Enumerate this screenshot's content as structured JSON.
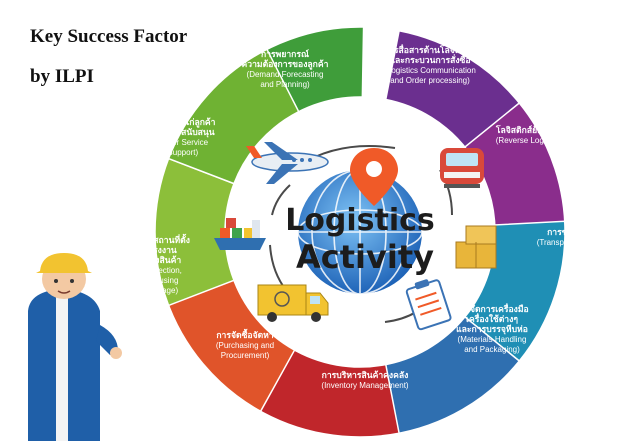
{
  "title": {
    "line1": "Key Success Factor",
    "line2": "by ILPI"
  },
  "hub": {
    "line1": "Logistics",
    "line2": "Activity"
  },
  "colors": {
    "demand": "#3f9d3a",
    "communication": "#6b2f8f",
    "reverse": "#8a2d8c",
    "transportation": "#1f8fb5",
    "materials": "#2f6fb0",
    "inventory": "#c0262b",
    "purchasing": "#e0542a",
    "site": "#8cbf3a",
    "customer": "#6fb233",
    "globe": "#2f7fd1",
    "pin": "#f05a28"
  },
  "segments": [
    {
      "key": "demand",
      "th": [
        "การพยากรณ์",
        "ความต้องการของลูกค้า"
      ],
      "en": [
        "(Demand Forecasting",
        "and Planning)"
      ]
    },
    {
      "key": "communication",
      "th": [
        "การสื่อสารด้านโลจิสติกส์",
        "และกระบวนการสั่งซื้อ"
      ],
      "en": [
        "(Logistics Communication",
        "and Order processing)"
      ]
    },
    {
      "key": "reverse",
      "th": [
        "โลจิสติกส์ย้อนกลับ"
      ],
      "en": [
        "(Reverse Logistics)"
      ]
    },
    {
      "key": "transportation",
      "th": [
        "การขนส่ง"
      ],
      "en": [
        "(Transportation)"
      ]
    },
    {
      "key": "materials",
      "th": [
        "การจัดการเครื่องมือ",
        "เครื่องใช้ต่างๆ",
        "และการบรรจุหีบห่อ"
      ],
      "en": [
        "(Materials Handling",
        "and Packaging)"
      ]
    },
    {
      "key": "inventory",
      "th": [
        "การบริหารสินค้าคงคลัง"
      ],
      "en": [
        "(Inventory Management)"
      ]
    },
    {
      "key": "purchasing",
      "th": [
        "การจัดซื้อจัดหา"
      ],
      "en": [
        "(Purchasing and",
        "Procurement)"
      ]
    },
    {
      "key": "site",
      "th": [
        "การเลือกสถานที่ตั้ง",
        "ของโรงงาน",
        "และคลังสินค้า"
      ],
      "en": [
        "(Site Selection,",
        "Warehousing",
        "and Storage)"
      ]
    },
    {
      "key": "customer",
      "th": [
        "การให้บริการแก่ลูกค้า",
        "และกิจกรรมสนับสนุน"
      ],
      "en": [
        "(Customer Service",
        "and Support)"
      ]
    }
  ],
  "icons": [
    "airplane-icon",
    "train-icon",
    "boxes-icon",
    "clipboard-icon",
    "delivery-truck-icon",
    "cargo-ship-icon",
    "location-pin-icon",
    "globe-icon",
    "worker-icon"
  ]
}
